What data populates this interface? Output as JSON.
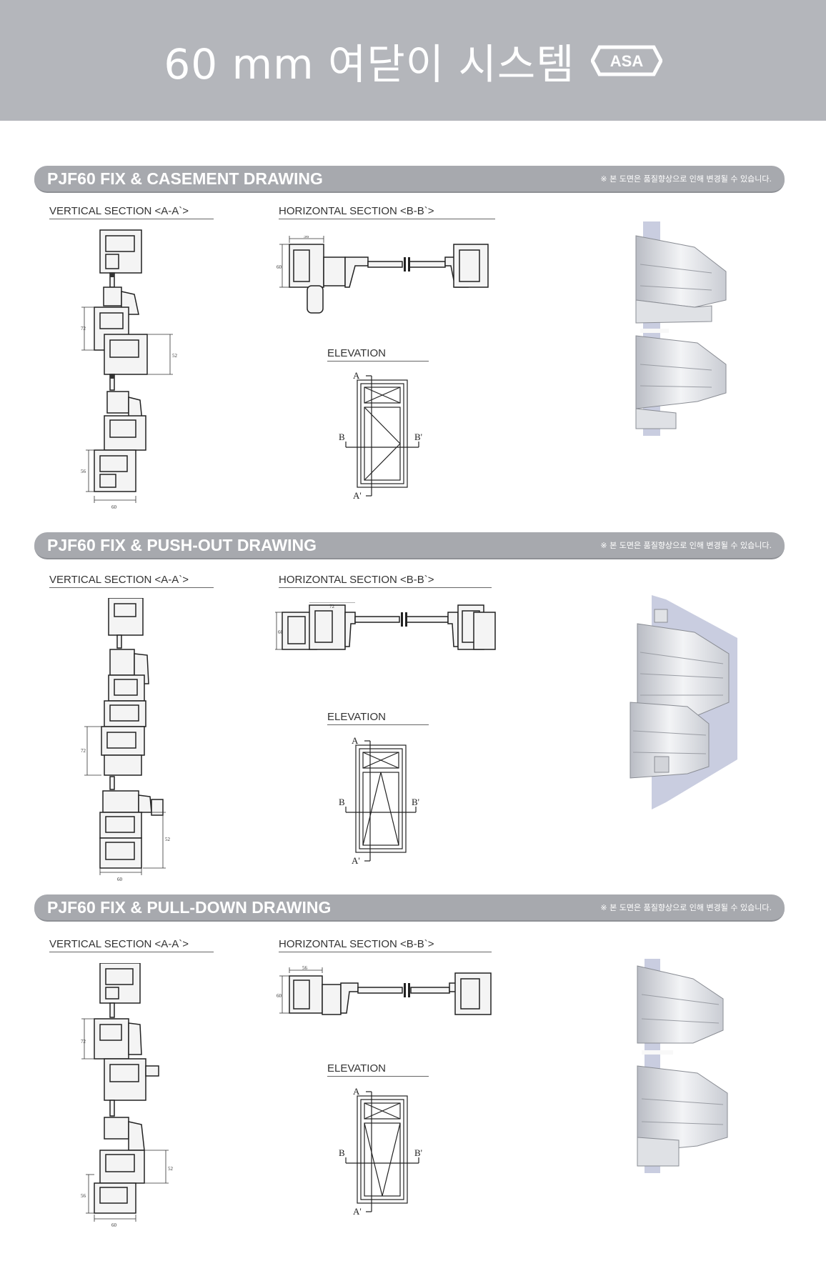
{
  "header": {
    "title": "60 mm 여닫이 시스템",
    "badge": "ASA"
  },
  "sections": [
    {
      "title": "PJF60 FIX & CASEMENT DRAWING",
      "note": "※ 본 도면은 품질향상으로 인해 변경될 수 있습니다.",
      "vertical_label": "VERTICAL SECTION <A-A`>",
      "horizontal_label": "HORIZONTAL SECTION <B-B`>",
      "elevation_label": "ELEVATION"
    },
    {
      "title": "PJF60 FIX & PUSH-OUT DRAWING",
      "note": "※ 본 도면은 품질향상으로 인해 변경될 수 있습니다.",
      "vertical_label": "VERTICAL SECTION <A-A`>",
      "horizontal_label": "HORIZONTAL SECTION <B-B`>",
      "elevation_label": "ELEVATION"
    },
    {
      "title": "PJF60 FIX & PULL-DOWN DRAWING",
      "note": "※ 본 도면은 품질향상으로 인해 변경될 수 있습니다.",
      "vertical_label": "VERTICAL SECTION <A-A`>",
      "horizontal_label": "HORIZONTAL SECTION <B-B`>",
      "elevation_label": "ELEVATION"
    }
  ],
  "elevation_marks": {
    "a": "A",
    "a_prime": "A'",
    "b": "B",
    "b_prime": "B'"
  },
  "dimensions": {
    "casement": {
      "v1": "72",
      "v2": "52",
      "v3": "56",
      "v4": "60",
      "h1": "56",
      "h2": "60"
    },
    "pushout": {
      "v1": "72",
      "v2": "52",
      "v3": "60",
      "h1": "72",
      "h2": "60"
    },
    "pulldown": {
      "v1": "72",
      "v2": "52",
      "v3": "56",
      "v4": "60",
      "h1": "56",
      "h2": "60"
    }
  },
  "colors": {
    "header_bg": "#b4b6bb",
    "bar_bg": "#a7a9ae",
    "profile": "#e8e9ec",
    "glass": "#c9cde0"
  }
}
